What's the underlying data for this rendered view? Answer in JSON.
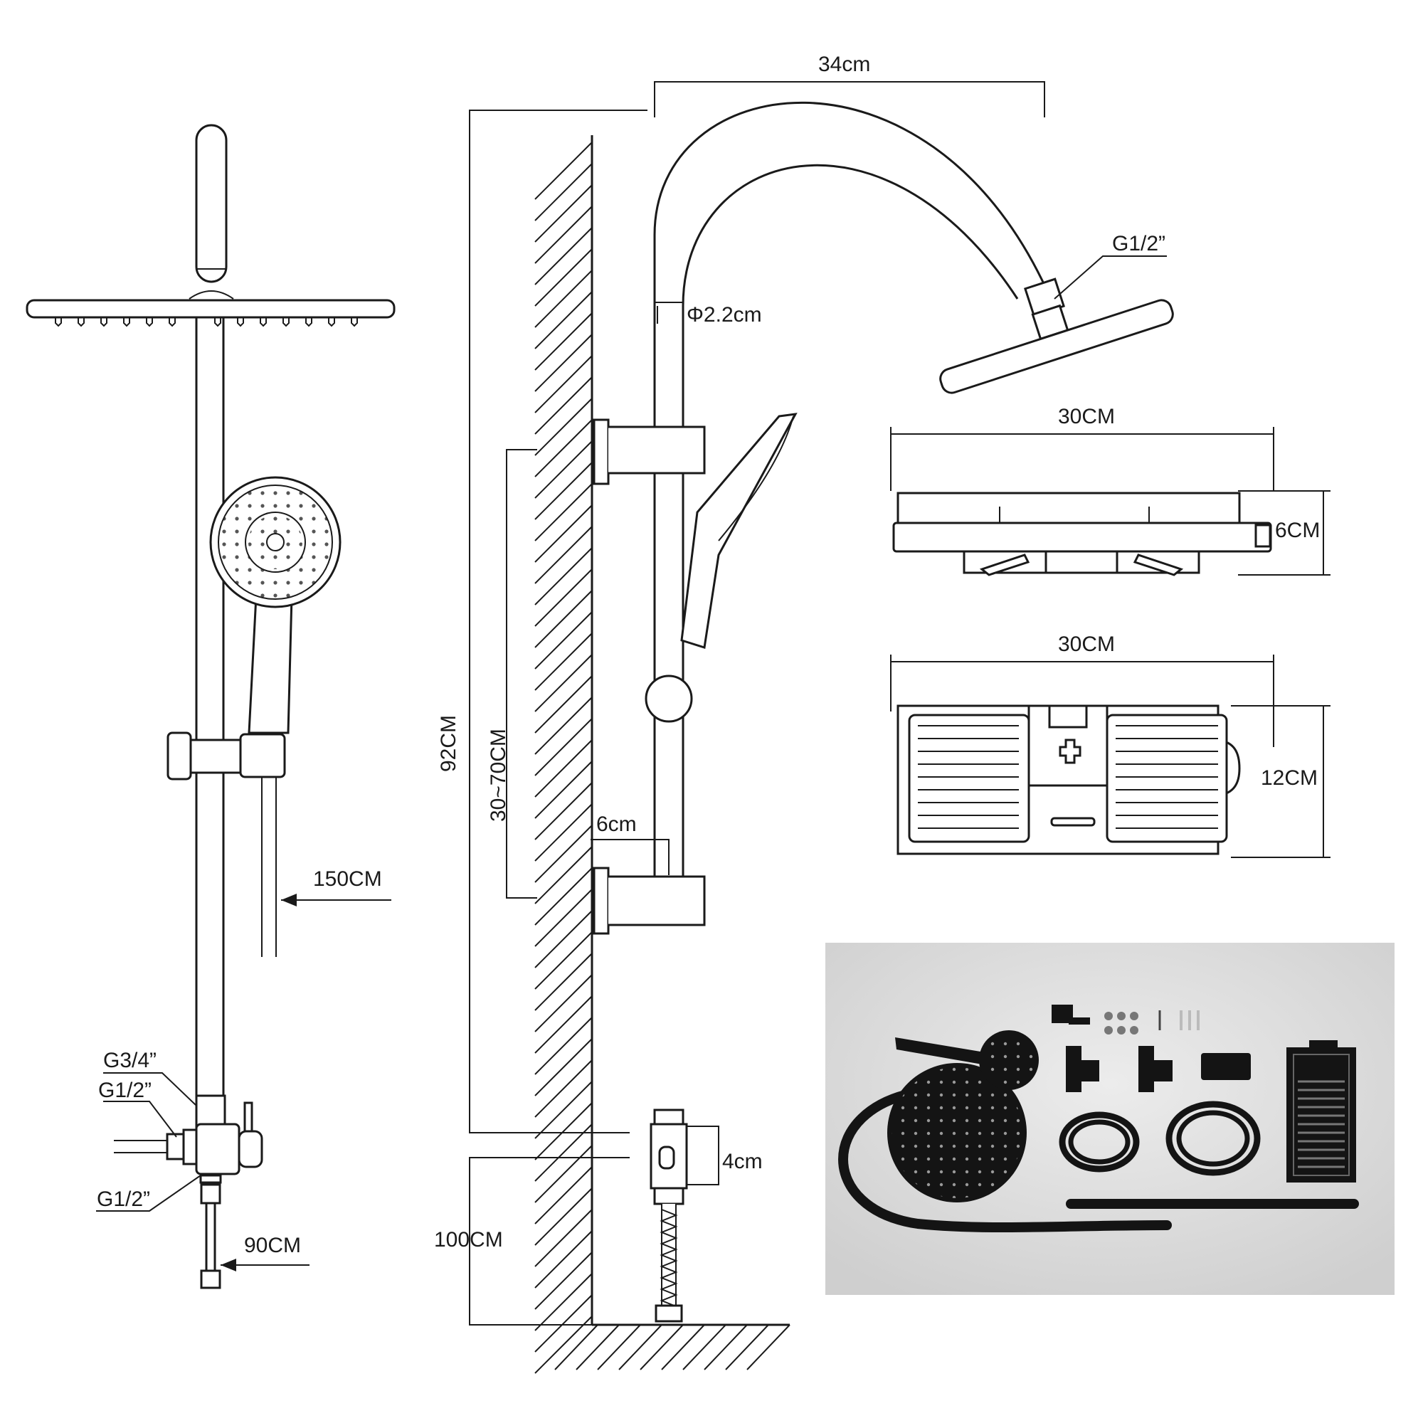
{
  "labels": {
    "arm_width": "34cm",
    "rain_thread": "G1/2”",
    "pipe_diameter": "Φ2.2cm",
    "total_height": "92CM",
    "slide_range": "30~70CM",
    "holder_offset": "6cm",
    "diverter_height": "4cm",
    "floor_height": "100CM",
    "hand_hose": "150CM",
    "inlet_top": "G3/4”",
    "inlet_side": "G1/2”",
    "inlet_bottom": "G1/2”",
    "inlet_hose": "90CM",
    "shelf_width_side": "30CM",
    "shelf_depth": "6CM",
    "shelf_width_top": "30CM",
    "shelf_height": "12CM"
  },
  "colors": {
    "line": "#1a1a1a",
    "photo_background": "#d9d9d9",
    "product_black": "#141414"
  },
  "icons": [
    "shower-set-drawing",
    "hand-shower-icon",
    "rain-head-icon",
    "soap-shelf-icon",
    "diverter-valve-icon"
  ]
}
